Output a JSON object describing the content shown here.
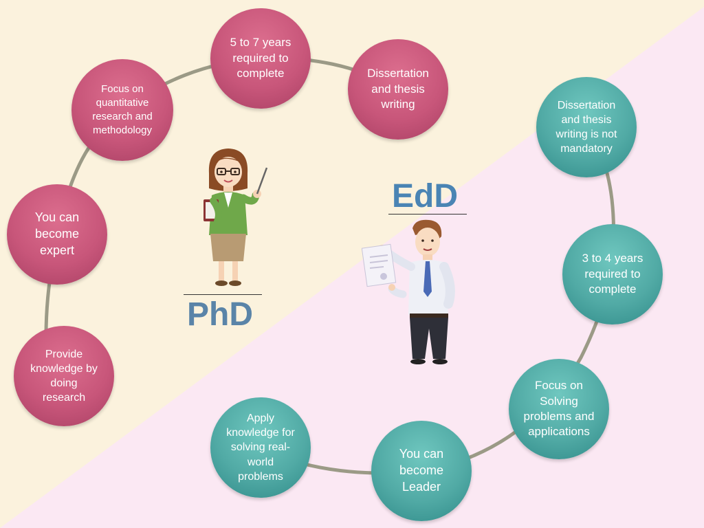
{
  "colors": {
    "phd_background": "#fbf2dd",
    "edd_background": "#fbe8f3",
    "phd_bubble": "#c8567a",
    "edd_bubble": "#51aaa5",
    "phd_title": "#5a84a8",
    "edd_title": "#4a84b4",
    "connector": "#9b9a86"
  },
  "phd": {
    "title": "PhD",
    "points": [
      "5 to 7 years\nrequired to\ncomplete",
      "Dissertation\nand thesis\nwriting",
      "Focus on\nquantitative\nresearch and\nmethodology",
      "You can\nbecome\nexpert",
      "Provide\nknowledge by\ndoing\nresearch"
    ]
  },
  "edd": {
    "title": "EdD",
    "points": [
      "Dissertation\nand thesis\nwriting is not\nmandatory",
      "3 to 4 years\nrequired to\ncomplete",
      "Focus on\nSolving\nproblems and\napplications",
      "You can\nbecome\nLeader",
      "Apply\nknowledge for\nsolving real-\nworld\nproblems"
    ]
  },
  "figures": {
    "phd_figure": "teacher-woman-pointer-icon",
    "edd_figure": "businessman-certificate-icon"
  }
}
